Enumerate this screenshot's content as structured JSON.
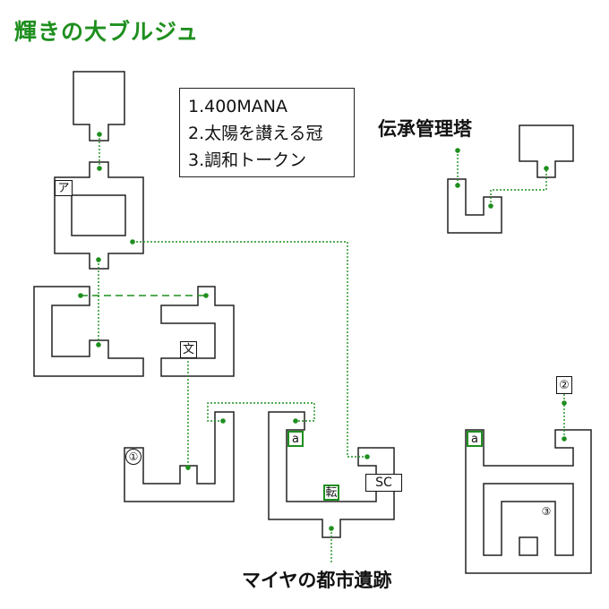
{
  "title": "輝きの大ブルジュ",
  "legend": [
    "1.400MANA",
    "2.太陽を讃える冠",
    "3.調和トークン"
  ],
  "areas": {
    "tower": "伝承管理塔",
    "ruins": "マイヤの都市遺跡"
  },
  "markers": {
    "a_top": "ア",
    "bun": "文",
    "num1": "①",
    "num2": "②",
    "num3": "③",
    "a_mid": "a",
    "a_right": "a",
    "ten": "転",
    "sc": "SC"
  },
  "colors": {
    "title": "#1f8f1f",
    "path": "#1f8f1f",
    "wall": "#222222"
  }
}
